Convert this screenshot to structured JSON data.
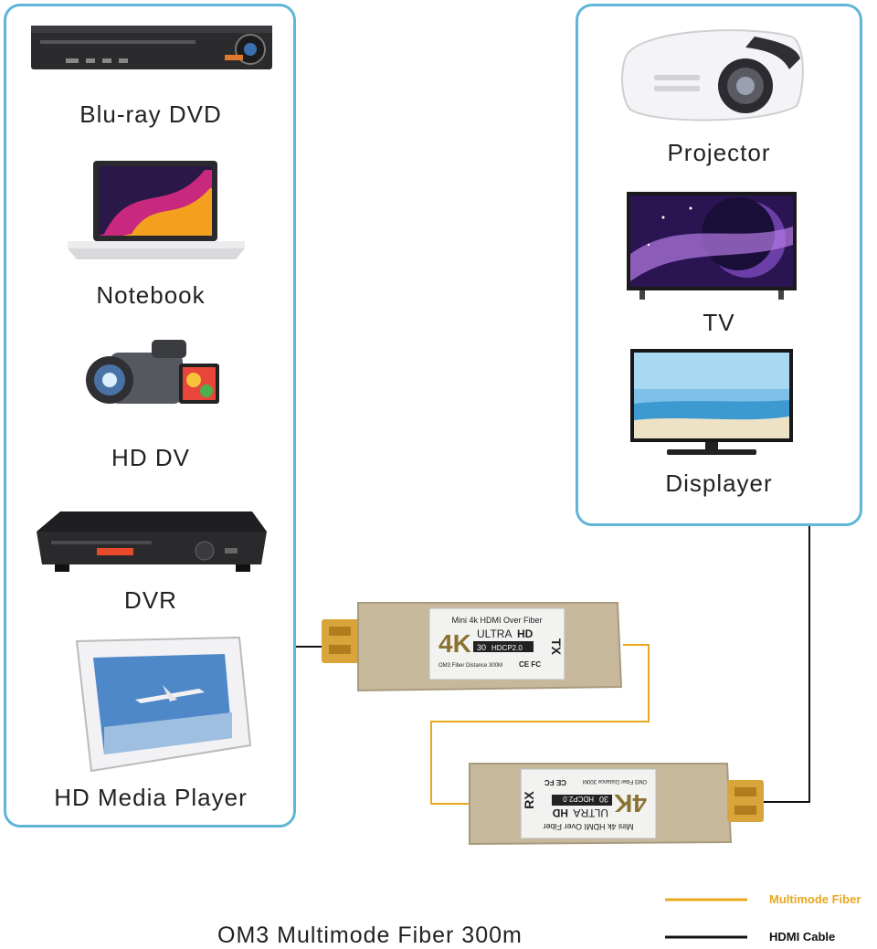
{
  "source_devices": [
    {
      "id": "bluray",
      "label": "Blu-ray DVD"
    },
    {
      "id": "notebook",
      "label": "Notebook"
    },
    {
      "id": "hddv",
      "label": "HD DV"
    },
    {
      "id": "dvr",
      "label": "DVR"
    },
    {
      "id": "mediaplayer",
      "label": "HD Media Player"
    }
  ],
  "display_devices": [
    {
      "id": "projector",
      "label": "Projector"
    },
    {
      "id": "tv",
      "label": "TV"
    },
    {
      "id": "displayer",
      "label": "Displayer"
    }
  ],
  "tx_module": {
    "title": "Mini 4k HDMI Over Fiber",
    "badge_4k": "4K",
    "ultra": "ULTRA",
    "hd": "HD",
    "hz": "30",
    "hdcp": "HDCP2.0",
    "distance": "OM3 Fiber Distance 300M",
    "certs": "CE FC",
    "role": "TX"
  },
  "rx_module": {
    "title": "Mini 4k HDMI Over Fiber",
    "badge_4k": "4K",
    "ultra": "ULTRA",
    "hd": "HD",
    "hz": "30",
    "hdcp": "HDCP2.0",
    "distance": "OM3 Fiber Distance 300M",
    "certs": "CE FC",
    "role": "RX"
  },
  "legend": {
    "fiber_label": "Multimode Fiber",
    "fiber_color": "#e8a81e",
    "hdmi_label": "HDMI Cable",
    "hdmi_color": "#111111"
  },
  "caption": "OM3 Multimode Fiber 300m",
  "colors": {
    "panel_border": "#5fb6d6",
    "module_body": "#c8b89a",
    "connector_gold": "#d9a53b"
  }
}
